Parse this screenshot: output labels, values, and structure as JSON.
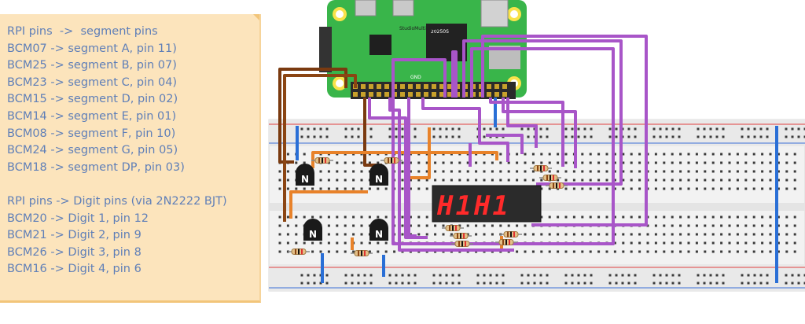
{
  "notes": {
    "lines": [
      "RPI pins  ->  segment pins",
      "BCM07 -> segment A, pin 11)",
      "BCM25 -> segment B, pin 07)",
      "BCM23 -> segment C, pin 04)",
      "BCM15 -> segment D, pin 02)",
      "BCM14 -> segment E, pin 01)",
      "BCM08 -> segment F, pin 10)",
      "BCM24 -> segment G, pin 05)",
      "BCM18 -> segment DP, pin 03)",
      "",
      "RPI pins -> Digit pins (via 2N2222 BJT)",
      "BCM20 -> Digit 1, pin 12",
      "BCM21 -> Digit 2, pin 9",
      "BCM26 -> Digit 3, pin 8",
      "BCM16 -> Digit 4, pin 6"
    ]
  },
  "display": {
    "text": "H1H1"
  },
  "transistor_label": "N",
  "board": {
    "brand": "StudioMultimedia",
    "chip_label": "20250S",
    "gnd_label": "GND"
  },
  "colors": {
    "note_bg": "#fce4bc",
    "note_text": "#5f7fb8",
    "board_green": "#39b54a",
    "wire_purple": "#a855c8",
    "wire_brown": "#7a3a10",
    "wire_orange": "#e8822a",
    "wire_blue": "#2a6fd6"
  }
}
